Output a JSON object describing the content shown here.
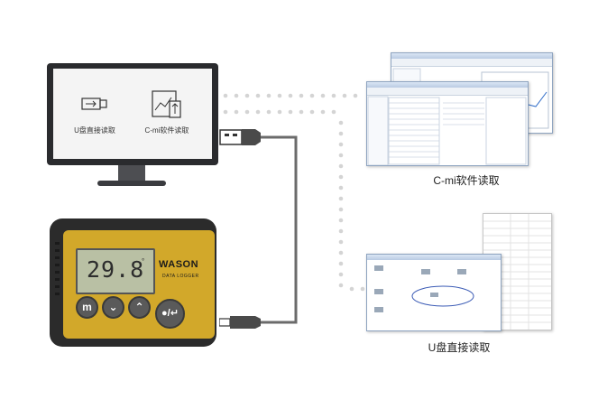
{
  "monitor": {
    "items": [
      {
        "label": "U盘直接读取",
        "icon": "usb-drive-icon"
      },
      {
        "label": "C-mi软件读取",
        "icon": "software-chart-icon"
      }
    ]
  },
  "software_caption": "C-mi软件读取",
  "usb_caption": "U盘直接读取",
  "logger": {
    "reading": "29.8",
    "unit": "°",
    "brand": "WASON",
    "subtitle": "DATA LOGGER",
    "buttons": [
      "m",
      "⌄",
      "⌃",
      "●/↵"
    ]
  },
  "colors": {
    "logger_body": "#d2a82a",
    "logger_shell": "#2b2b2b",
    "cable": "#6b6b6b",
    "dots": "#cfcfcf",
    "ellipse": "#3b5bb5"
  }
}
